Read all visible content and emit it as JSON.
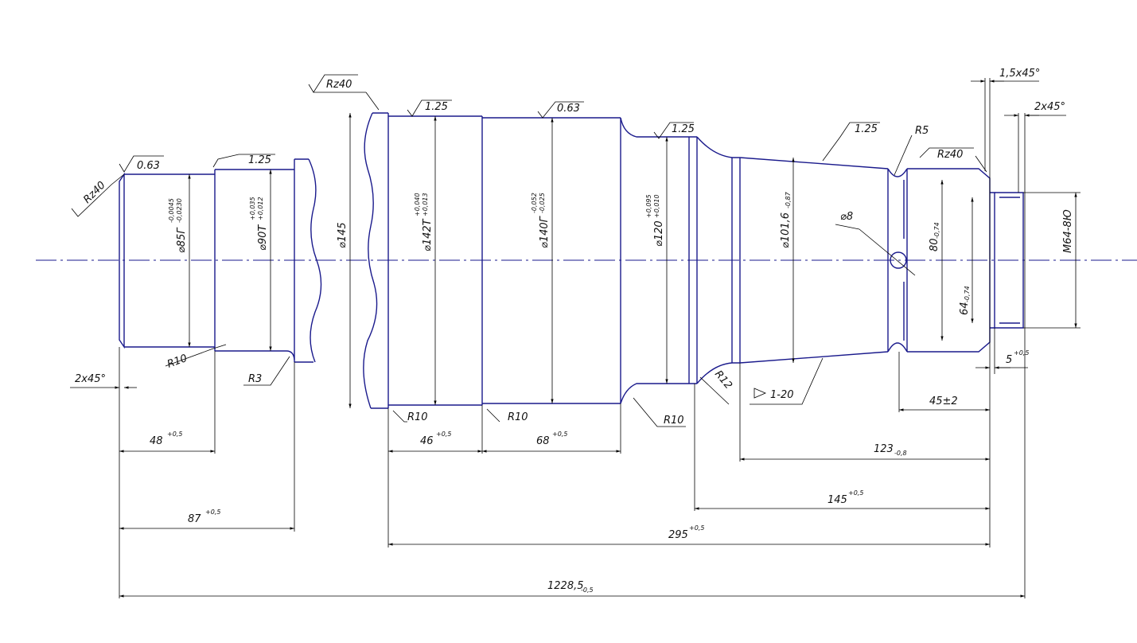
{
  "colors": {
    "part_outline": "#1a1a8c",
    "dimension_lines": "#000000",
    "background": "#ffffff"
  },
  "roughness": {
    "rz40_left": "Rz40",
    "r063_a": "0.63",
    "r125_a": "1.25",
    "rz40_top": "Rz40",
    "r125_b": "1.25",
    "r063_b": "0.63",
    "r125_c": "1.25",
    "r125_d": "1.25",
    "rz40_right": "Rz40"
  },
  "chamfers": {
    "left": "2x45°",
    "right_top": "1,5x45°",
    "right_thread": "2x45°"
  },
  "diameters": {
    "d85": {
      "main": "⌀85Г",
      "upper": "-0,0045",
      "lower": "-0,0230"
    },
    "d90": {
      "main": "⌀90Т",
      "upper": "+0,035",
      "lower": "+0,012"
    },
    "d145": {
      "main": "⌀145"
    },
    "d142": {
      "main": "⌀142Т",
      "upper": "+0,040",
      "lower": "+0,013"
    },
    "d140": {
      "main": "⌀140Г",
      "upper": "-0,052",
      "lower": "-0,025"
    },
    "d120": {
      "main": "⌀120",
      "upper": "+0,095",
      "lower": "+0,010"
    },
    "d101": {
      "main": "⌀101,6",
      "lower": "-0,87"
    },
    "d80": {
      "main": "80",
      "lower": "-0,74"
    },
    "d64": {
      "main": "64",
      "lower": "-0,74"
    },
    "thread": {
      "main": "М64-8Ю"
    },
    "hole": {
      "main": "⌀8"
    }
  },
  "radii": {
    "r10_left": "R10",
    "r3": "R3",
    "r10_a": "R10",
    "r10_b": "R10",
    "r10_c": "R10",
    "r12": "R12",
    "r5": "R5"
  },
  "taper": {
    "value": "1-20"
  },
  "lengths": {
    "l48": {
      "main": "48",
      "tol": "+0,5"
    },
    "l87": {
      "main": "87",
      "tol": "+0,5"
    },
    "l46": {
      "main": "46",
      "tol": "+0,5"
    },
    "l68": {
      "main": "68",
      "tol": "+0,5"
    },
    "l45": {
      "main": "45±2"
    },
    "l123": {
      "main": "123",
      "tol": "-0,8"
    },
    "l145": {
      "main": "145",
      "tol": "+0,5"
    },
    "l295": {
      "main": "295",
      "tol": "+0,5"
    },
    "l5": {
      "main": "5",
      "tol": "+0,5"
    },
    "l1228": {
      "main": "1228,5",
      "tol": "-0,5"
    }
  }
}
